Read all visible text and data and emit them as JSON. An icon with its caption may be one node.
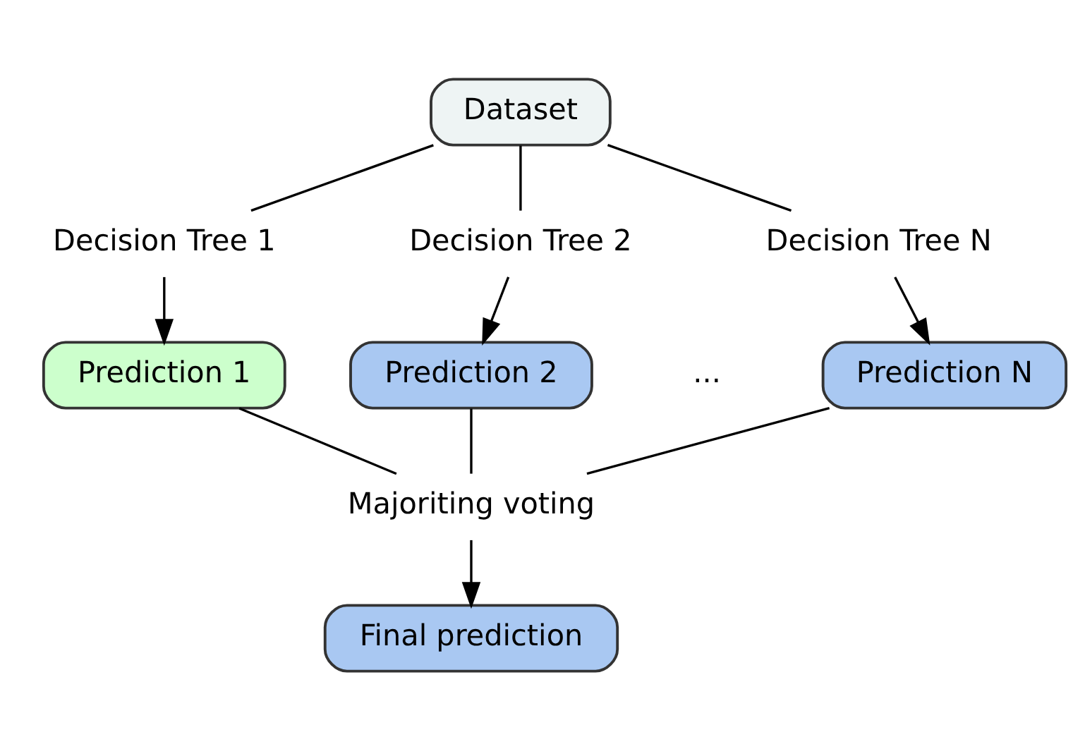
{
  "diagram": {
    "nodes": [
      {
        "text": [
          "Dataset"
        ]
      },
      {
        "text": [
          "Decision Tree 1"
        ]
      },
      {
        "text": [
          "Decision Tree 2"
        ]
      },
      {
        "text": [
          "Decision Tree N"
        ]
      },
      {
        "text": [
          "Prediction 1"
        ]
      },
      {
        "text": [
          "Prediction 2"
        ]
      },
      {
        "text": [
          "Prediction N"
        ]
      },
      {
        "text": [
          "Majoriting voting"
        ]
      },
      {
        "text": [
          "Final prediction"
        ]
      }
    ],
    "edges": [
      {
        "from": 0,
        "to": 1,
        "arrow": "none"
      },
      {
        "from": 0,
        "to": 2,
        "arrow": "none"
      },
      {
        "from": 0,
        "to": 3,
        "arrow": "none"
      },
      {
        "from": 1,
        "to": 4,
        "arrow": "to"
      },
      {
        "from": 2,
        "to": 5,
        "arrow": "to"
      },
      {
        "from": 3,
        "to": 6,
        "arrow": "to"
      },
      {
        "from": 4,
        "to": 7,
        "arrow": "none"
      },
      {
        "from": 5,
        "to": 7,
        "arrow": "none"
      },
      {
        "from": 6,
        "to": 7,
        "arrow": "none"
      },
      {
        "from": 7,
        "to": 8,
        "arrow": "to"
      }
    ],
    "labels": [
      "..."
    ]
  }
}
